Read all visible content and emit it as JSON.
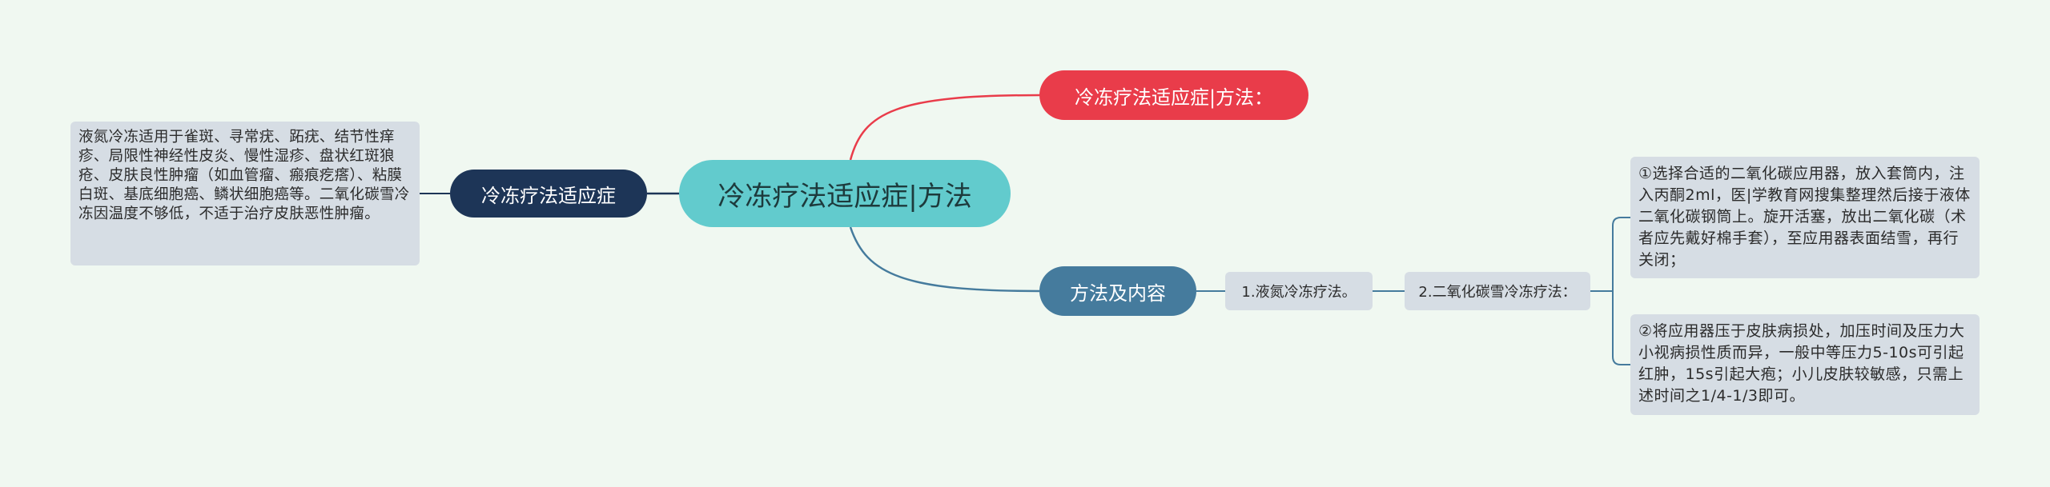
{
  "center": {
    "label": "冷冻疗法适应症|方法"
  },
  "branches": {
    "top": {
      "label": "冷冻疗法适应症|方法：",
      "color": "#e93c4a"
    },
    "left": {
      "label": "冷冻疗法适应症",
      "color": "#1d3557"
    },
    "right": {
      "label": "方法及内容",
      "color": "#457b9d"
    }
  },
  "left_leaf": {
    "text": "液氮冷冻适用于雀斑、寻常疣、跖疣、结节性痒疹、局限性神经性皮炎、慢性湿疹、盘状红斑狼疮、皮肤良性肿瘤（如血管瘤、瘢痕疙瘩）、粘膜白斑、基底细胞癌、鳞状细胞癌等。二氧化碳雪冷冻因温度不够低，不适于治疗皮肤恶性肿瘤。"
  },
  "methods": {
    "item1": "1.液氮冷冻疗法。",
    "item2": "2.二氧化碳雪冷冻疗法："
  },
  "steps": {
    "step1": "①选择合适的二氧化碳应用器，放入套筒内，注入丙酮2ml，医|学教育网搜集整理然后接于液体二氧化碳钢筒上。旋开活塞，放出二氧化碳（术者应先戴好棉手套），至应用器表面结雪，再行关闭；",
    "step2": "②将应用器压于皮肤病损处，加压时间及压力大小视病损性质而异，一般中等压力5-10s可引起红肿，15s引起大疱；小儿皮肤较敏感，只需上述时间之1/4-1/3即可。"
  },
  "colors": {
    "background": "#f0f8f1",
    "center": "#62cbcd",
    "leaf_box": "#d6dde4"
  }
}
